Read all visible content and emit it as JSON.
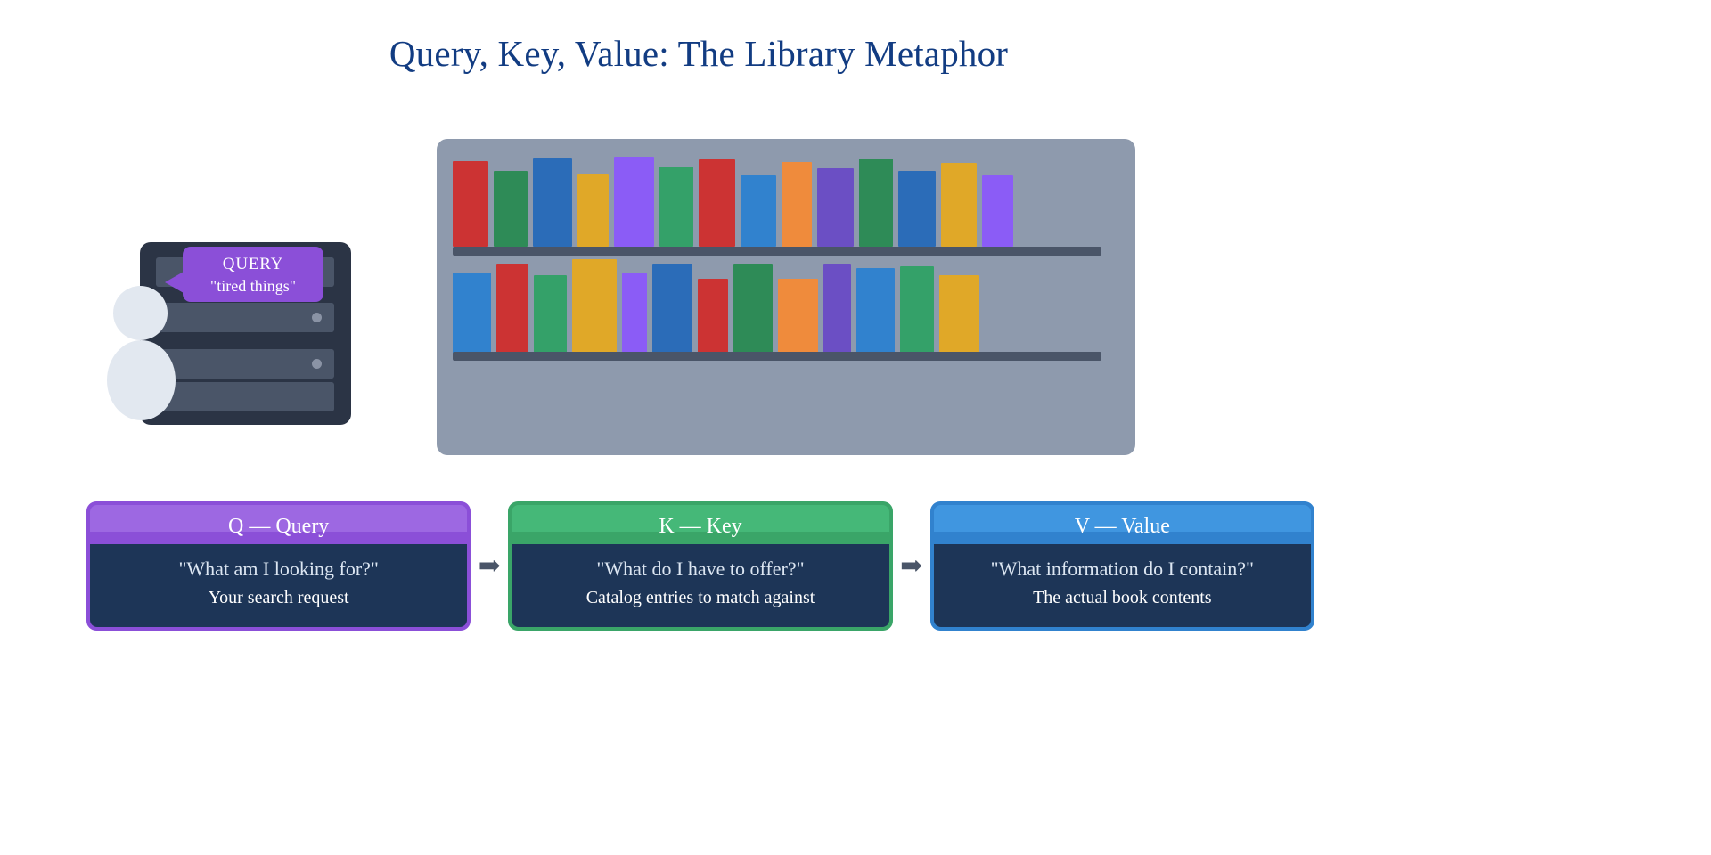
{
  "title": "Query, Key, Value: The Library Metaphor",
  "accent_colors": {
    "title": "#123c82",
    "query_purple": "#8b4fd8",
    "key_green": "#3aa568",
    "value_blue": "#3182ce",
    "card_body": "#1d3557",
    "shelf_bg": "#8e9aad",
    "shelf_bar": "#4a5568",
    "server_dark": "#2b3445",
    "server_slot": "#4a5568",
    "person": "#e2e8f0"
  },
  "person": {
    "name": "reader-at-terminal",
    "head_icon": "person-head-icon",
    "body_icon": "person-body-icon",
    "rack_icon": "server-rack-icon",
    "rack_slots": 4
  },
  "bubble": {
    "label": "QUERY",
    "text": "\"tired things\"",
    "tail_icon": "speech-bubble-tail-icon"
  },
  "bookshelf": {
    "name": "library-bookshelf",
    "shelves": [
      {
        "books": [
          {
            "color": "#cc3333",
            "width": 40,
            "height": 96
          },
          {
            "color": "#2e8b57",
            "width": 38,
            "height": 85
          },
          {
            "color": "#2b6cb8",
            "width": 44,
            "height": 100
          },
          {
            "color": "#e0a828",
            "width": 35,
            "height": 82
          },
          {
            "color": "#8b5cf6",
            "width": 45,
            "height": 101
          },
          {
            "color": "#34a169",
            "width": 38,
            "height": 90
          },
          {
            "color": "#cc3333",
            "width": 41,
            "height": 98
          },
          {
            "color": "#3182ce",
            "width": 40,
            "height": 80
          },
          {
            "color": "#ef8b3c",
            "width": 34,
            "height": 95
          },
          {
            "color": "#6b4fc4",
            "width": 41,
            "height": 88
          },
          {
            "color": "#2e8b57",
            "width": 38,
            "height": 99
          },
          {
            "color": "#2b6cb8",
            "width": 42,
            "height": 85
          },
          {
            "color": "#e0a828",
            "width": 40,
            "height": 94
          },
          {
            "color": "#8b5cf6",
            "width": 35,
            "height": 80
          }
        ]
      },
      {
        "books": [
          {
            "color": "#3182ce",
            "width": 43,
            "height": 93
          },
          {
            "color": "#cc3333",
            "width": 36,
            "height": 103
          },
          {
            "color": "#34a169",
            "width": 37,
            "height": 90
          },
          {
            "color": "#e0a828",
            "width": 50,
            "height": 108
          },
          {
            "color": "#8b5cf6",
            "width": 28,
            "height": 93
          },
          {
            "color": "#2b6cb8",
            "width": 45,
            "height": 103
          },
          {
            "color": "#cc3333",
            "width": 34,
            "height": 86
          },
          {
            "color": "#2e8b57",
            "width": 44,
            "height": 103
          },
          {
            "color": "#ef8b3c",
            "width": 45,
            "height": 86
          },
          {
            "color": "#6b4fc4",
            "width": 31,
            "height": 103
          },
          {
            "color": "#3182ce",
            "width": 43,
            "height": 98
          },
          {
            "color": "#34a169",
            "width": 38,
            "height": 100
          },
          {
            "color": "#e0a828",
            "width": 45,
            "height": 90
          }
        ]
      }
    ]
  },
  "qkv": {
    "arrow_glyph": "➡",
    "cards": [
      {
        "id": "query",
        "header": "Q — Query",
        "question": "\"What am I looking for?\"",
        "subtitle": "Your search request",
        "color": "#8b4fd8",
        "color_light": "#9d68e2"
      },
      {
        "id": "key",
        "header": "K — Key",
        "question": "\"What do I have to offer?\"",
        "subtitle": "Catalog entries to match against",
        "color": "#3aa568",
        "color_light": "#45b878"
      },
      {
        "id": "value",
        "header": "V — Value",
        "question": "\"What information do I contain?\"",
        "subtitle": "The actual book contents",
        "color": "#3182ce",
        "color_light": "#4096e0"
      }
    ]
  }
}
